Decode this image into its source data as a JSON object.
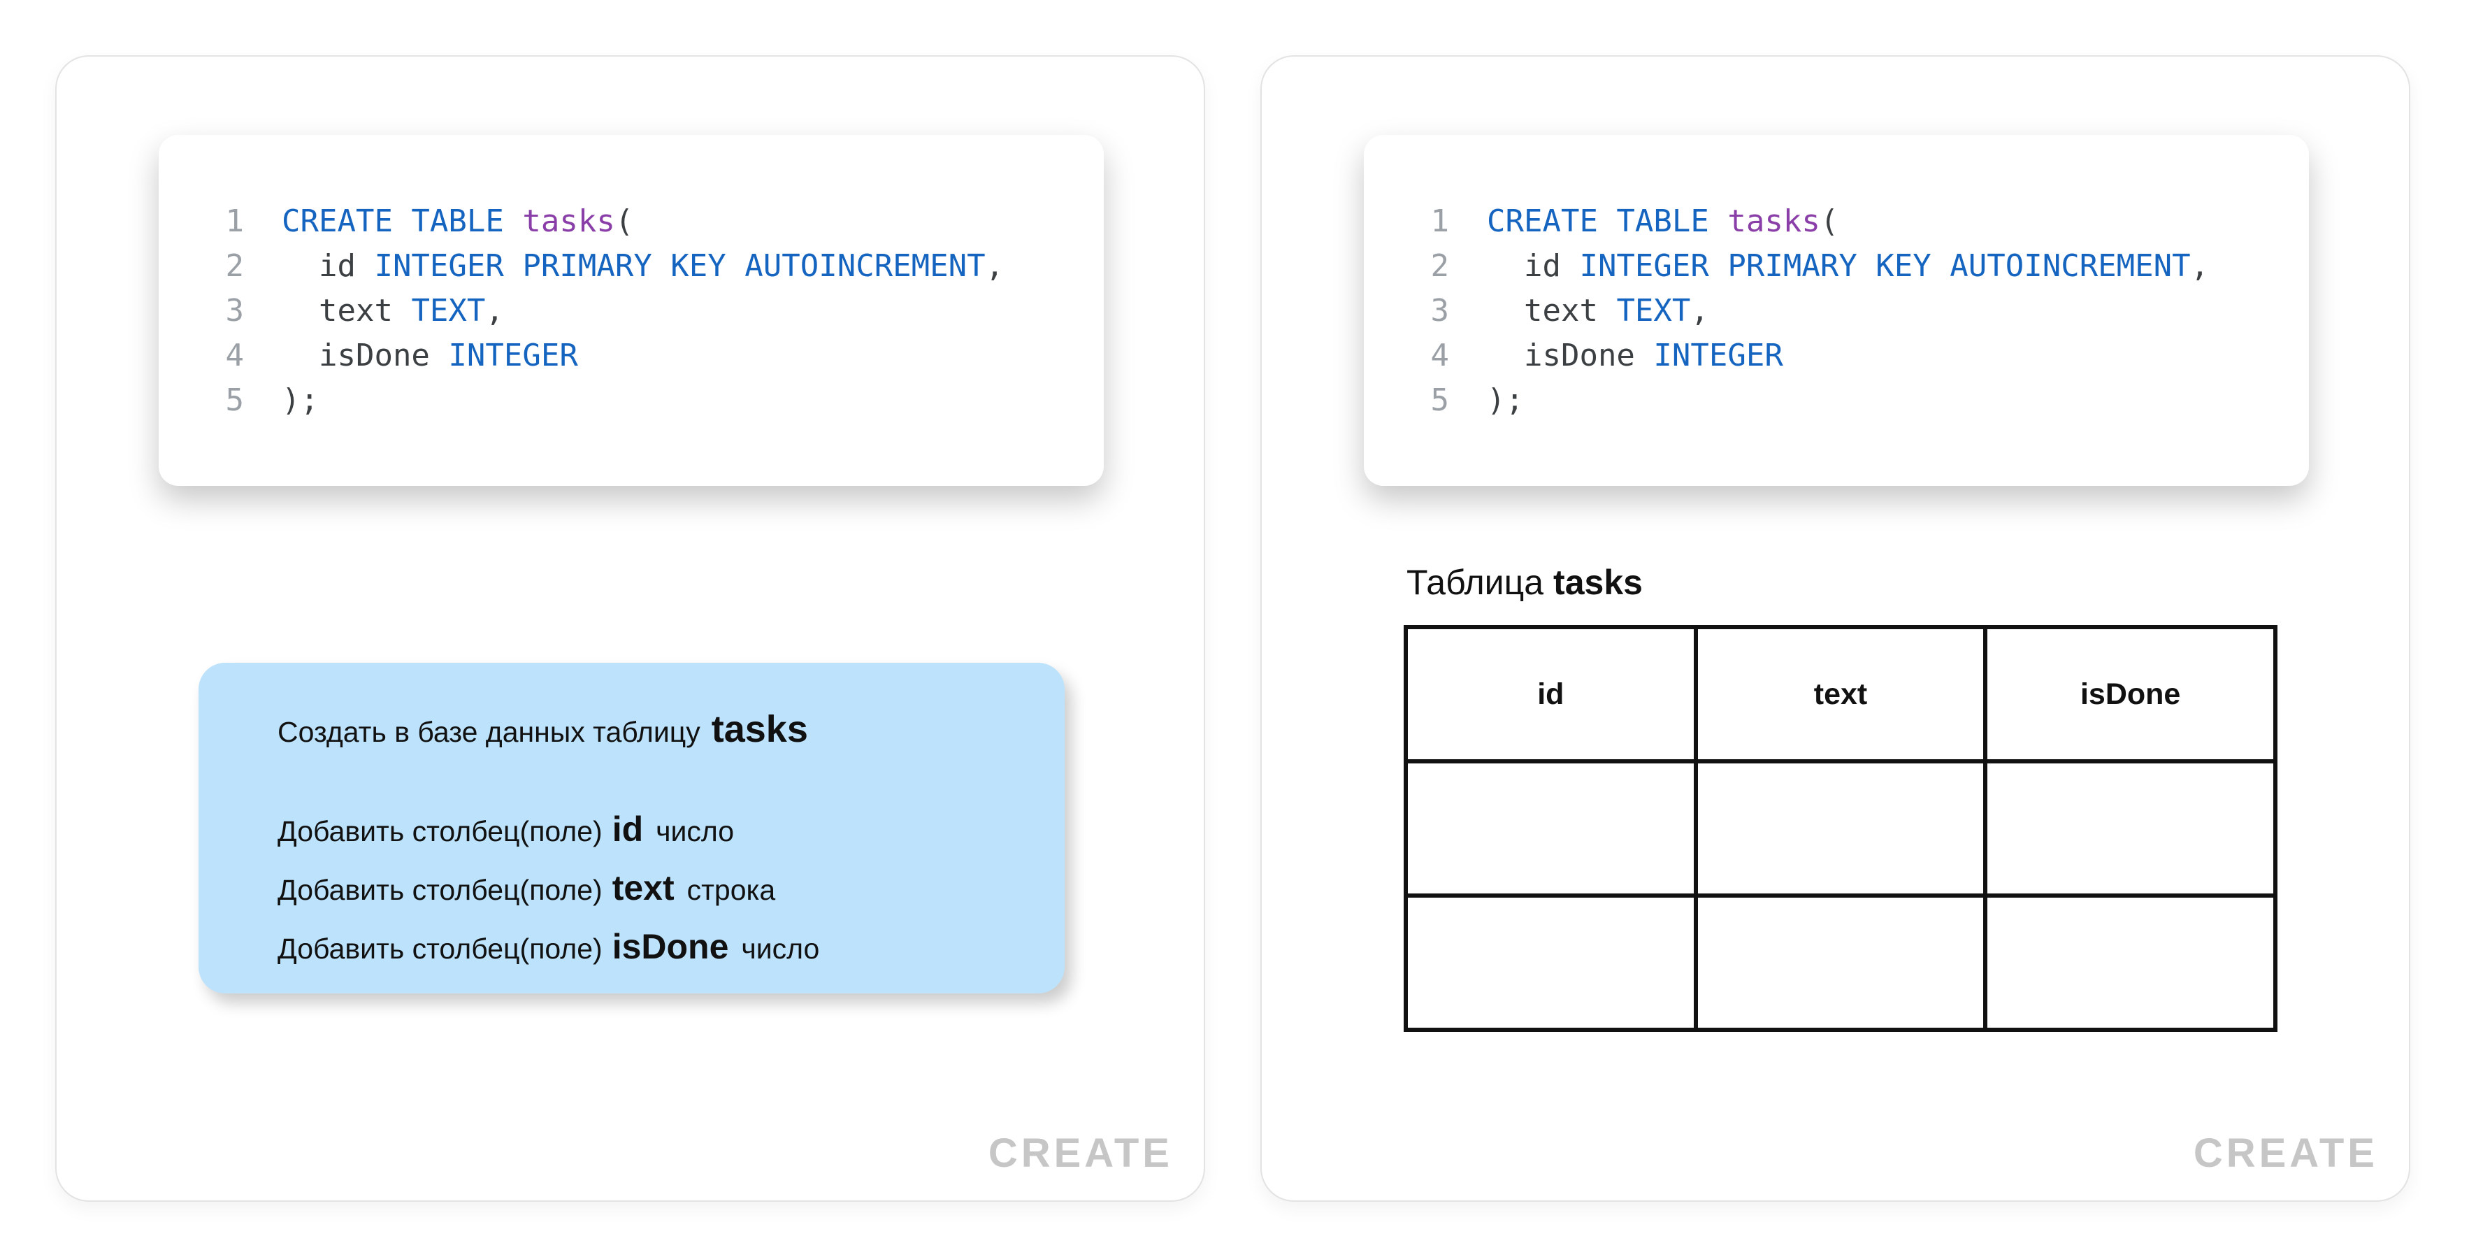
{
  "colors": {
    "keyword": "#1565c0",
    "entity": "#8a3fa8",
    "plain": "#3c4043",
    "line-number": "#9aa0a6",
    "note-bg": "#bde2fc",
    "action-label": "#c6c6c6",
    "table-border": "#111111"
  },
  "code": {
    "lines": [
      {
        "number": "1",
        "segments": [
          {
            "text": "CREATE TABLE ",
            "type": "keyword"
          },
          {
            "text": "tasks",
            "type": "entity"
          },
          {
            "text": "(",
            "type": "plain"
          }
        ]
      },
      {
        "number": "2",
        "segments": [
          {
            "text": "  id ",
            "type": "plain"
          },
          {
            "text": "INTEGER PRIMARY KEY AUTOINCREMENT",
            "type": "keyword"
          },
          {
            "text": ",",
            "type": "plain"
          }
        ]
      },
      {
        "number": "3",
        "segments": [
          {
            "text": "  text ",
            "type": "plain"
          },
          {
            "text": "TEXT",
            "type": "keyword"
          },
          {
            "text": ",",
            "type": "plain"
          }
        ]
      },
      {
        "number": "4",
        "segments": [
          {
            "text": "  isDone ",
            "type": "plain"
          },
          {
            "text": "INTEGER",
            "type": "keyword"
          }
        ]
      },
      {
        "number": "5",
        "segments": [
          {
            "text": ");",
            "type": "plain"
          }
        ]
      }
    ]
  },
  "note": {
    "title_prefix": "Создать в базе данных таблицу",
    "table_name": "tasks",
    "rows": [
      {
        "prefix": "Добавить столбец(поле)",
        "field": "id",
        "type": "число"
      },
      {
        "prefix": "Добавить столбец(поле)",
        "field": "text",
        "type": "строка"
      },
      {
        "prefix": "Добавить столбец(поле)",
        "field": "isDone",
        "type": "число"
      }
    ]
  },
  "result_table": {
    "caption_prefix": "Таблица",
    "table_name": "tasks",
    "headers": [
      "id",
      "text",
      "isDone"
    ],
    "empty_row_count": 2
  },
  "left_card": {
    "action_label": "CREATE"
  },
  "right_card": {
    "action_label": "CREATE"
  }
}
